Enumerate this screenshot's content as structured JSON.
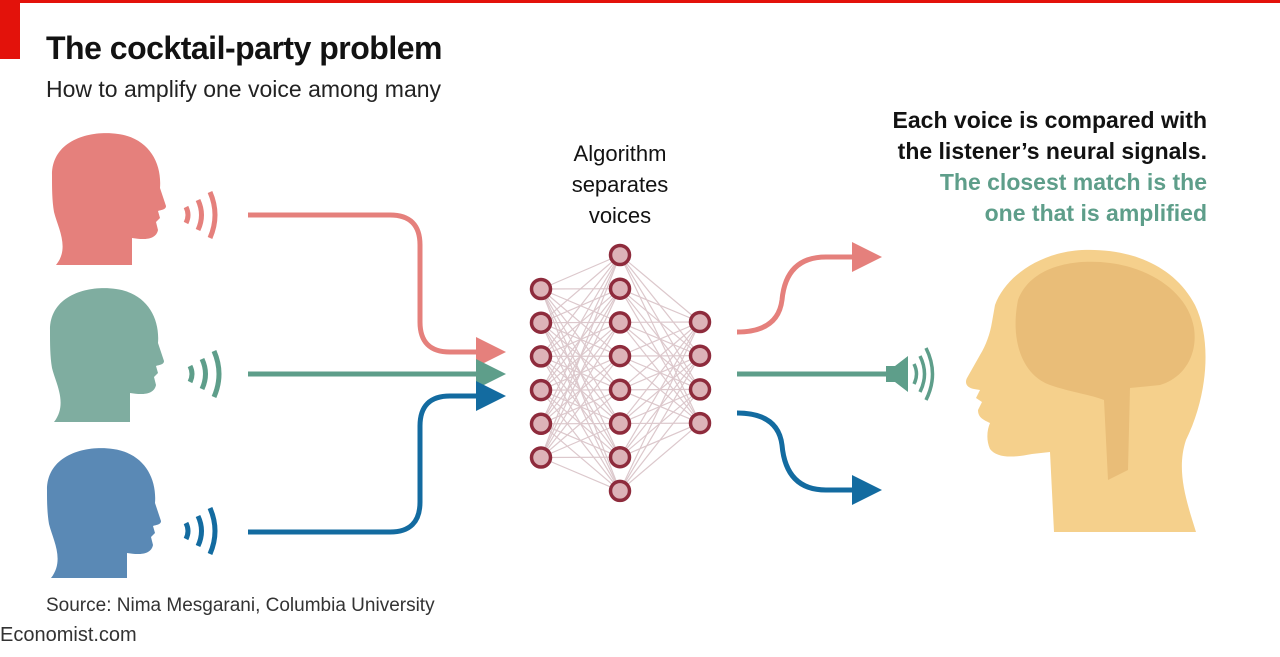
{
  "header": {
    "title": "The cocktail-party problem",
    "subtitle": "How to amplify one voice among many"
  },
  "algorithm": {
    "label_lines": [
      "Algorithm",
      "separates",
      "voices"
    ]
  },
  "outcome": {
    "line1": "Each voice is compared with",
    "line2": "the listener’s neural signals.",
    "line3": "The closest match is the",
    "line4": "one that is amplified"
  },
  "footer": {
    "source": "Source: Nima Mesgarani, Columbia University",
    "brand": "Economist.com"
  },
  "colors": {
    "red": "#e5807c",
    "green": "#5e9e8a",
    "blue": "#136ba0",
    "node_fill": "#ddb3b8",
    "node_stroke": "#8e2b3c",
    "edge": "#dcc8cc",
    "listener_head": "#f5d08c",
    "brain": "#e9bd78",
    "accent": "#e3120b"
  },
  "network": {
    "layer_sizes": [
      6,
      8,
      4
    ]
  }
}
